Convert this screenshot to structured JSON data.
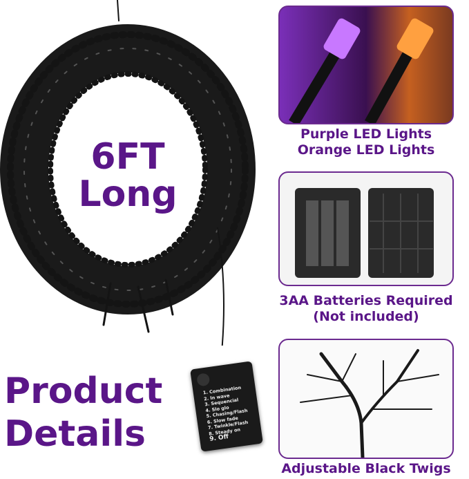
{
  "wreath_label": {
    "line1": "6FT",
    "line2": "Long"
  },
  "title": {
    "line1": "Product",
    "line2": "Details"
  },
  "controller": {
    "modes": [
      "1. Combination",
      "2. In wave",
      "3. Sequencial",
      "4. Slo glo",
      "5. Chasing/Flash",
      "6. Slow fade",
      "7. Twinkle/Flash",
      "8. Steady on",
      "9. Off"
    ]
  },
  "features": [
    {
      "line1": "Purple LED Lights",
      "line2": "Orange LED Lights"
    },
    {
      "line1": "3AA Batteries Required",
      "line2": "(Not included)"
    },
    {
      "line1": "Adjustable Black Twigs"
    }
  ],
  "colors": {
    "accent": "#5a1688",
    "purple_led": "#b04cff",
    "orange_led": "#ff8a1a"
  }
}
